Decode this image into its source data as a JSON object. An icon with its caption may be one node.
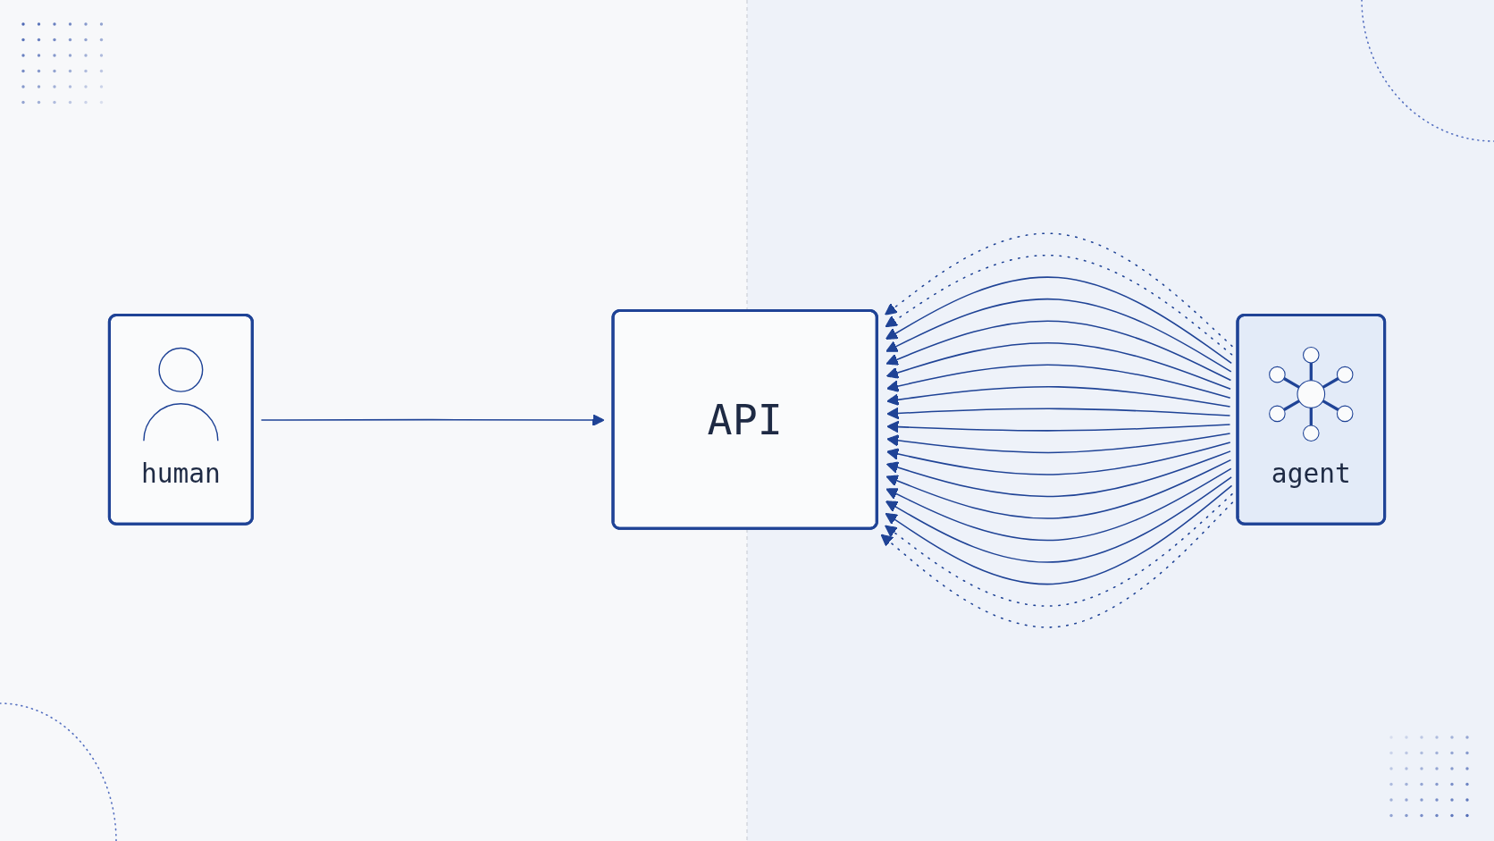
{
  "diagram": {
    "nodes": [
      {
        "text": [
          "human"
        ]
      },
      {
        "text": [
          "API"
        ]
      },
      {
        "text": [
          "agent"
        ]
      }
    ],
    "edges": [
      {
        "from": 0,
        "to": 1,
        "arrow": "to"
      },
      {
        "from": 2,
        "to": 1,
        "arrow": "to",
        "style": "dashed"
      },
      {
        "from": 2,
        "to": 1,
        "arrow": "to",
        "style": "dashed"
      },
      {
        "from": 2,
        "to": 1,
        "arrow": "to"
      },
      {
        "from": 2,
        "to": 1,
        "arrow": "to"
      },
      {
        "from": 2,
        "to": 1,
        "arrow": "to"
      },
      {
        "from": 2,
        "to": 1,
        "arrow": "to"
      },
      {
        "from": 2,
        "to": 1,
        "arrow": "to"
      },
      {
        "from": 2,
        "to": 1,
        "arrow": "to"
      },
      {
        "from": 2,
        "to": 1,
        "arrow": "to"
      },
      {
        "from": 2,
        "to": 1,
        "arrow": "to"
      },
      {
        "from": 2,
        "to": 1,
        "arrow": "to"
      },
      {
        "from": 2,
        "to": 1,
        "arrow": "to"
      },
      {
        "from": 2,
        "to": 1,
        "arrow": "to"
      },
      {
        "from": 2,
        "to": 1,
        "arrow": "to"
      },
      {
        "from": 2,
        "to": 1,
        "arrow": "to"
      },
      {
        "from": 2,
        "to": 1,
        "arrow": "to"
      },
      {
        "from": 2,
        "to": 1,
        "arrow": "to"
      },
      {
        "from": 2,
        "to": 1,
        "arrow": "to",
        "style": "dashed"
      },
      {
        "from": 2,
        "to": 1,
        "arrow": "to",
        "style": "dashed"
      }
    ]
  }
}
